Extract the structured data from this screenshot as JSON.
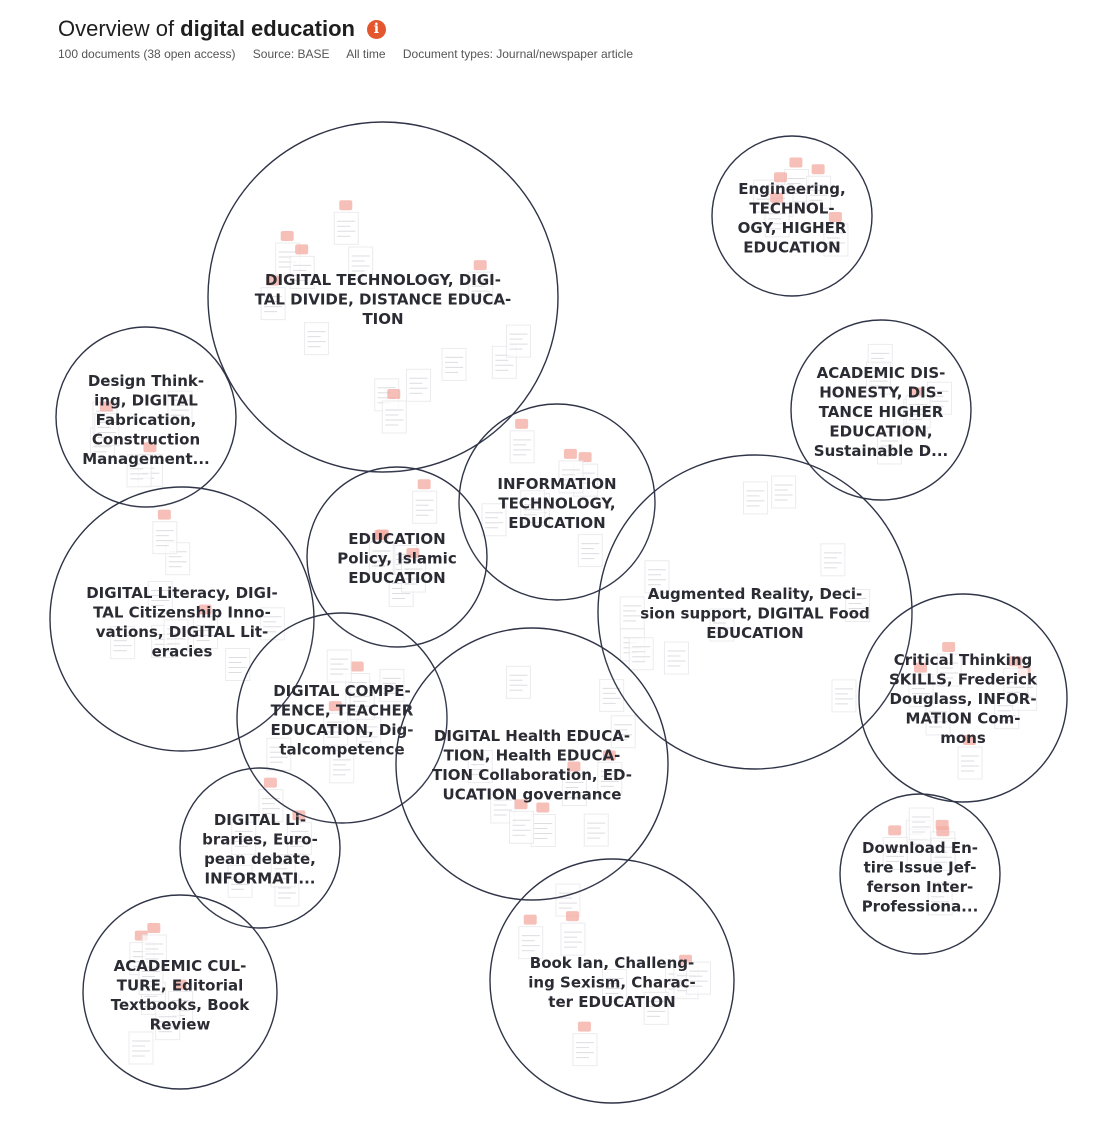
{
  "header": {
    "title_prefix": "Overview of",
    "title_query": "digital education",
    "info_icon": "info-icon",
    "meta": {
      "documents": "100 documents (38 open access)",
      "source": "Source: BASE",
      "timespan": "All time",
      "doc_types": "Document types: Journal/newspaper article"
    }
  },
  "colors": {
    "accent": "#e4572e",
    "bubble_stroke": "#2f3447",
    "open_access_mark": "#f3a9a0"
  },
  "bubbles": [
    {
      "id": "digital-technology",
      "label": [
        "DIGITAL TECHNOLOGY, DIGI-",
        "TAL DIVIDE, DISTANCE EDUCA-",
        "TION"
      ]
    },
    {
      "id": "engineering",
      "label": [
        "Engineering,",
        "TECHNOL-",
        "OGY, HIGHER",
        "EDUCATION"
      ]
    },
    {
      "id": "design-thinking",
      "label": [
        "Design Think-",
        "ing, DIGITAL",
        "Fabrication,",
        "Construction",
        "Management..."
      ]
    },
    {
      "id": "academic-dishonesty",
      "label": [
        "ACADEMIC DIS-",
        "HONESTY, DIS-",
        "TANCE HIGHER",
        "EDUCATION,",
        "Sustainable D..."
      ]
    },
    {
      "id": "information-technology",
      "label": [
        "INFORMATION",
        "TECHNOLOGY,",
        "EDUCATION"
      ]
    },
    {
      "id": "education-policy",
      "label": [
        "EDUCATION",
        "Policy, Islamic",
        "EDUCATION"
      ]
    },
    {
      "id": "digital-literacy",
      "label": [
        "DIGITAL Literacy, DIGI-",
        "TAL Citizenship Inno-",
        "vations, DIGITAL Lit-",
        "eracies"
      ]
    },
    {
      "id": "augmented-reality",
      "label": [
        "Augmented Reality, Deci-",
        "sion support, DIGITAL Food",
        "EDUCATION"
      ]
    },
    {
      "id": "critical-thinking",
      "label": [
        "Critical Thinking",
        "SKILLS, Frederick",
        "Douglass, INFOR-",
        "MATION Com-",
        "mons"
      ]
    },
    {
      "id": "digital-competence",
      "label": [
        "DIGITAL COMPE-",
        "TENCE, TEACHER",
        "EDUCATION, Dig-",
        "talcompetence"
      ]
    },
    {
      "id": "digital-health",
      "label": [
        "DIGITAL Health EDUCA-",
        "TION, Health EDUCA-",
        "TION Collaboration, ED-",
        "UCATION governance"
      ]
    },
    {
      "id": "digital-libraries",
      "label": [
        "DIGITAL Li-",
        "braries, Euro-",
        "pean debate,",
        "INFORMATI..."
      ]
    },
    {
      "id": "download-entire-issue",
      "label": [
        "Download En-",
        "tire Issue Jef-",
        "ferson Inter-",
        "Professiona..."
      ]
    },
    {
      "id": "academic-culture",
      "label": [
        "ACADEMIC CUL-",
        "TURE, Editorial",
        "Textbooks, Book",
        "Review"
      ]
    },
    {
      "id": "book-ian",
      "label": [
        "Book Ian, Challeng-",
        "ing Sexism, Charac-",
        "ter EDUCATION"
      ]
    }
  ]
}
